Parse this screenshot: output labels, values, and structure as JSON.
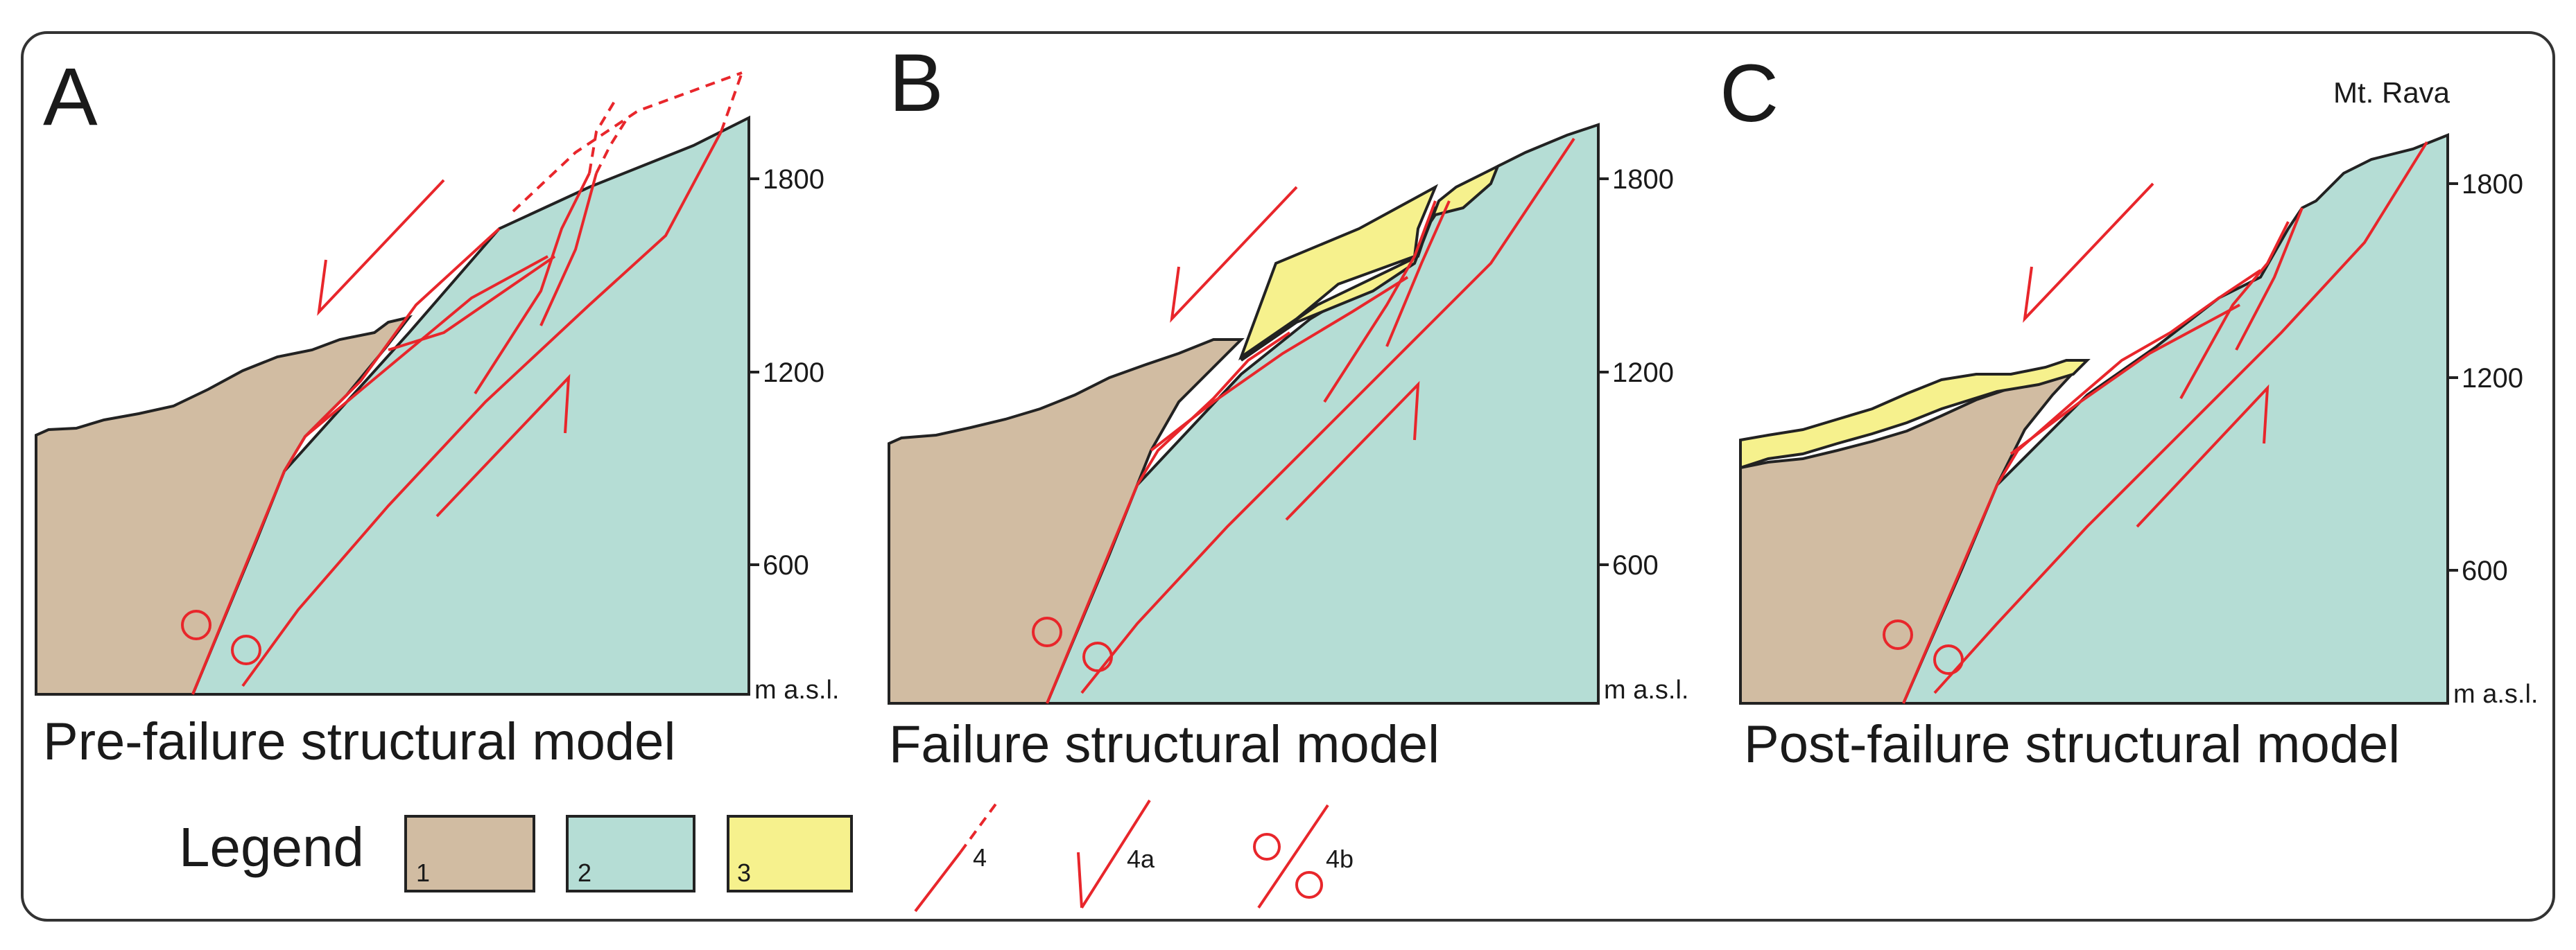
{
  "panels": [
    {
      "letter": "A",
      "caption": "Pre-failure structural model",
      "ticks": [
        "1800",
        "1200",
        "600"
      ],
      "unit": "m a.s.l.",
      "peak": ""
    },
    {
      "letter": "B",
      "caption": "Failure structural model",
      "ticks": [
        "1800",
        "1200",
        "600"
      ],
      "unit": "m a.s.l.",
      "peak": ""
    },
    {
      "letter": "C",
      "caption": "Post-failure structural model",
      "ticks": [
        "1800",
        "1200",
        "600"
      ],
      "unit": "m a.s.l.",
      "peak": "Mt. Rava"
    }
  ],
  "legend": {
    "title": "Legend",
    "items": [
      {
        "label": "1",
        "color": "#d1bca2"
      },
      {
        "label": "2",
        "color": "#b5ddd5"
      },
      {
        "label": "3",
        "color": "#f6f18d"
      },
      {
        "label": "4"
      },
      {
        "label": "4a"
      },
      {
        "label": "4b"
      }
    ]
  },
  "colors": {
    "unit1": "#d1bca2",
    "unit2": "#b5ddd5",
    "unit3": "#f6f18d",
    "fault": "#e8262b",
    "outline": "#222222"
  }
}
